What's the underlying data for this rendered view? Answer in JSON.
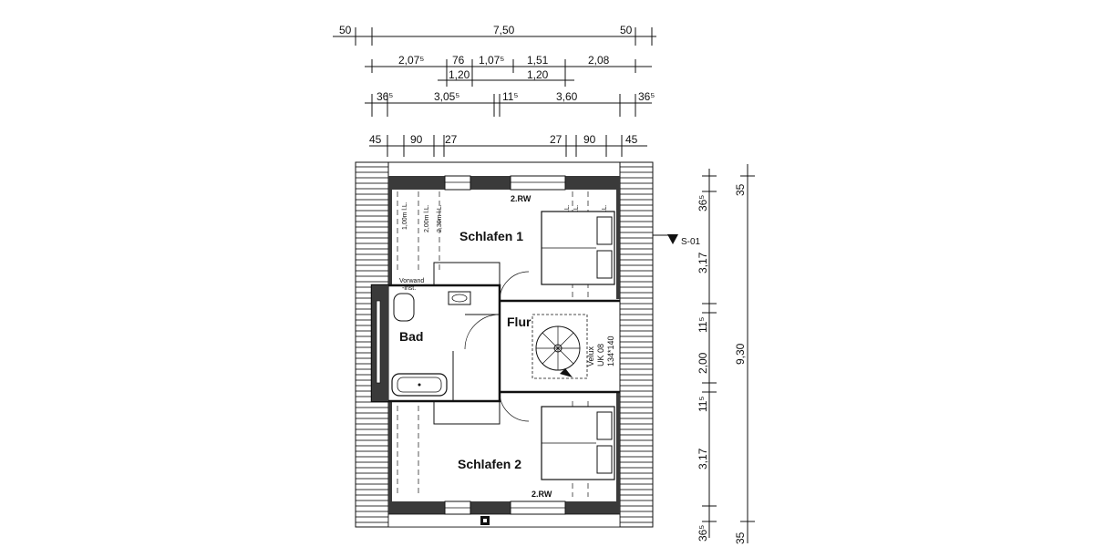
{
  "dimensions": {
    "row1": [
      "50",
      "7,50",
      "50"
    ],
    "row2_top": [
      "2,07⁵",
      "76",
      "1,07⁵",
      "1,51",
      "2,08"
    ],
    "row2_bottom": [
      "1,20",
      "1,20"
    ],
    "row3": [
      "36⁵",
      "3,05⁵",
      "11⁵",
      "3,60",
      "36⁵"
    ],
    "row4": [
      "45",
      "90",
      "27",
      "27",
      "90",
      "45"
    ],
    "right_inner": [
      "36⁵",
      "3,17",
      "11⁵",
      "2,00",
      "11⁵",
      "3,17",
      "36⁵"
    ],
    "right_outer": [
      "35",
      "9,30",
      "35"
    ]
  },
  "rooms": {
    "schlafen1": "Schlafen 1",
    "schlafen2": "Schlafen 2",
    "bad": "Bad",
    "flur": "Flur"
  },
  "labels": {
    "rw_top": "2.RW",
    "rw_bottom": "2.RW",
    "section": "S-01",
    "vorwand": "Vorwand",
    "vorwand2": "-inst.",
    "velux1": "Velux",
    "velux2": "UK 08",
    "velux3": "134*140",
    "height_100": "1,00m l.L.",
    "height_200": "2,00m l.L.",
    "height_230": "2,30m l.L."
  }
}
